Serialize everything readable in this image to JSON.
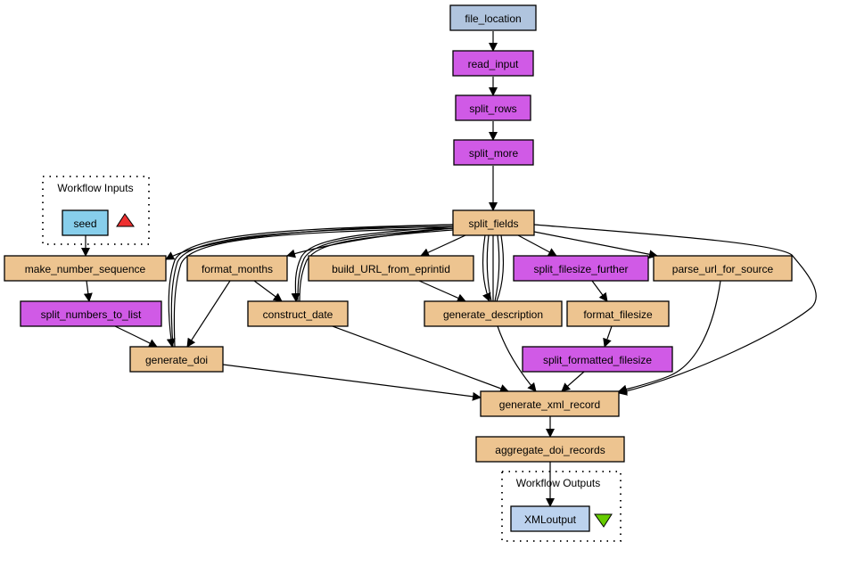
{
  "colors": {
    "beanshell": "#edc490",
    "splitter": "#d05ae6",
    "constant": "#b0c4de",
    "input": "#87ceeb",
    "output": "#bcd2ee",
    "input_marker": "#ee3030",
    "output_marker": "#66cc00"
  },
  "clusters": {
    "inputs_label": "Workflow Inputs",
    "outputs_label": "Workflow Outputs"
  },
  "nodes": [
    {
      "id": "file_location",
      "label": "file_location",
      "kind": "constant"
    },
    {
      "id": "read_input",
      "label": "read_input",
      "kind": "splitter"
    },
    {
      "id": "split_rows",
      "label": "split_rows",
      "kind": "splitter"
    },
    {
      "id": "split_more",
      "label": "split_more",
      "kind": "splitter"
    },
    {
      "id": "split_fields",
      "label": "split_fields",
      "kind": "beanshell"
    },
    {
      "id": "seed",
      "label": "seed",
      "kind": "input"
    },
    {
      "id": "make_number_sequence",
      "label": "make_number_sequence",
      "kind": "beanshell"
    },
    {
      "id": "format_months",
      "label": "format_months",
      "kind": "beanshell"
    },
    {
      "id": "build_URL_from_eprintid",
      "label": "build_URL_from_eprintid",
      "kind": "beanshell"
    },
    {
      "id": "split_filesize_further",
      "label": "split_filesize_further",
      "kind": "splitter"
    },
    {
      "id": "parse_url_for_source",
      "label": "parse_url_for_source",
      "kind": "beanshell"
    },
    {
      "id": "split_numbers_to_list",
      "label": "split_numbers_to_list",
      "kind": "splitter"
    },
    {
      "id": "construct_date",
      "label": "construct_date",
      "kind": "beanshell"
    },
    {
      "id": "generate_description",
      "label": "generate_description",
      "kind": "beanshell"
    },
    {
      "id": "format_filesize",
      "label": "format_filesize",
      "kind": "beanshell"
    },
    {
      "id": "split_formatted_filesize",
      "label": "split_formatted_filesize",
      "kind": "splitter"
    },
    {
      "id": "generate_doi",
      "label": "generate_doi",
      "kind": "beanshell"
    },
    {
      "id": "generate_xml_record",
      "label": "generate_xml_record",
      "kind": "beanshell"
    },
    {
      "id": "aggregate_doi_records",
      "label": "aggregate_doi_records",
      "kind": "beanshell"
    },
    {
      "id": "XMLoutput",
      "label": "XMLoutput",
      "kind": "output"
    }
  ]
}
